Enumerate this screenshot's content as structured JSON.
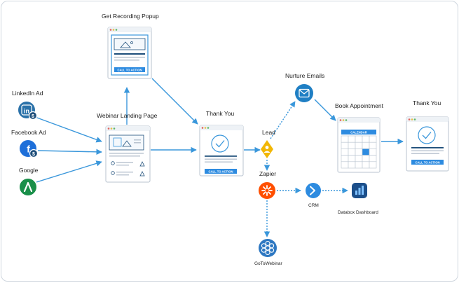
{
  "labels": {
    "popup": "Get Recording Popup",
    "linkedin": "LinkedIn Ad",
    "facebook": "Facebook Ad",
    "google": "Google",
    "landing": "Webinar Landing Page",
    "thankyou1": "Thank You",
    "lead": "Lead",
    "nurture": "Nurture Emails",
    "book": "Book Appointment",
    "thankyou2": "Thank You",
    "zapier": "Zapier",
    "crm": "CRM",
    "databox": "Databox Dashboard",
    "gotowebinar": "GoToWebinar"
  },
  "buttons": {
    "cta_popup": "CALL TO ACTION",
    "cta_thankyou1": "CALL TO ACTION",
    "cta_thankyou2": "CALL TO ACTION",
    "calendar_header": "CALENDAR"
  },
  "icons": {
    "linkedin": "linkedin-icon",
    "facebook": "facebook-icon",
    "google": "google-ads-icon",
    "lead": "lead-marker-icon",
    "nurture": "email-icon",
    "zapier": "zapier-icon",
    "crm": "crm-arrow-icon",
    "databox": "databox-icon",
    "gotowebinar": "gotowebinar-icon",
    "dollar_badge": "dollar-badge-icon"
  },
  "colors": {
    "accent": "#3a97db",
    "navy": "#1d4e7a",
    "linkedin": "#2b72a9",
    "facebook": "#1e6fd9",
    "google": "#1a8f4a",
    "lead": "#f2b705",
    "zapier": "#ff4f00",
    "nurture": "#1f7fc4",
    "crm": "#2d8be0",
    "databox": "#1c4f8a",
    "gotowebinar": "#2e78c2"
  }
}
